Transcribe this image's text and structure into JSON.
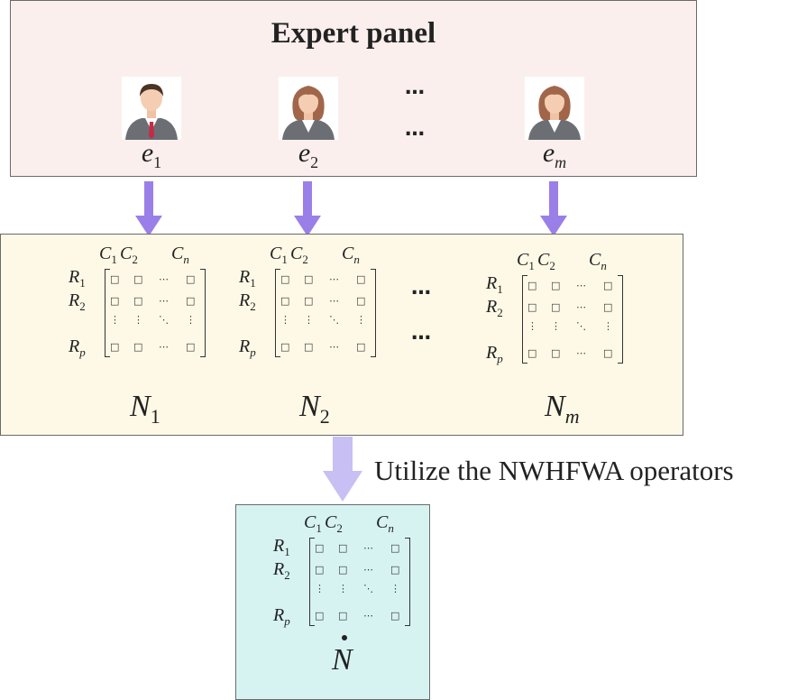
{
  "expert_panel": {
    "title": "Expert panel",
    "experts": [
      {
        "label": "e",
        "sub": "1",
        "avatar": "male-avatar-icon"
      },
      {
        "label": "e",
        "sub": "2",
        "avatar": "female-avatar-icon"
      },
      {
        "label": "e",
        "sub": "m",
        "avatar": "female-avatar-icon"
      }
    ],
    "ellipsis": "…"
  },
  "matrices": [
    {
      "name": "N",
      "sub": "1"
    },
    {
      "name": "N",
      "sub": "2"
    },
    {
      "name": "N",
      "sub": "m"
    }
  ],
  "matrix_template": {
    "col_headers": [
      {
        "l": "C",
        "s": "1"
      },
      {
        "l": "C",
        "s": "2"
      },
      {
        "l": "C",
        "s": "n"
      }
    ],
    "row_headers": [
      {
        "l": "R",
        "s": "1"
      },
      {
        "l": "R",
        "s": "2"
      },
      {
        "l": "R",
        "s": "p"
      }
    ],
    "cell_symbol": "□",
    "hdots": "⋯",
    "vdots": "⋮",
    "ddots": "⋱"
  },
  "aggregation": {
    "label": "Utilize the NWHFWA operators",
    "result_name": "N"
  },
  "colors": {
    "panel_bg": "#fbefed",
    "matrix_bg": "#fdf9e6",
    "result_bg": "#d6f3f2",
    "arrow": "#9b7fe8",
    "big_arrow": "#c8bff4"
  }
}
